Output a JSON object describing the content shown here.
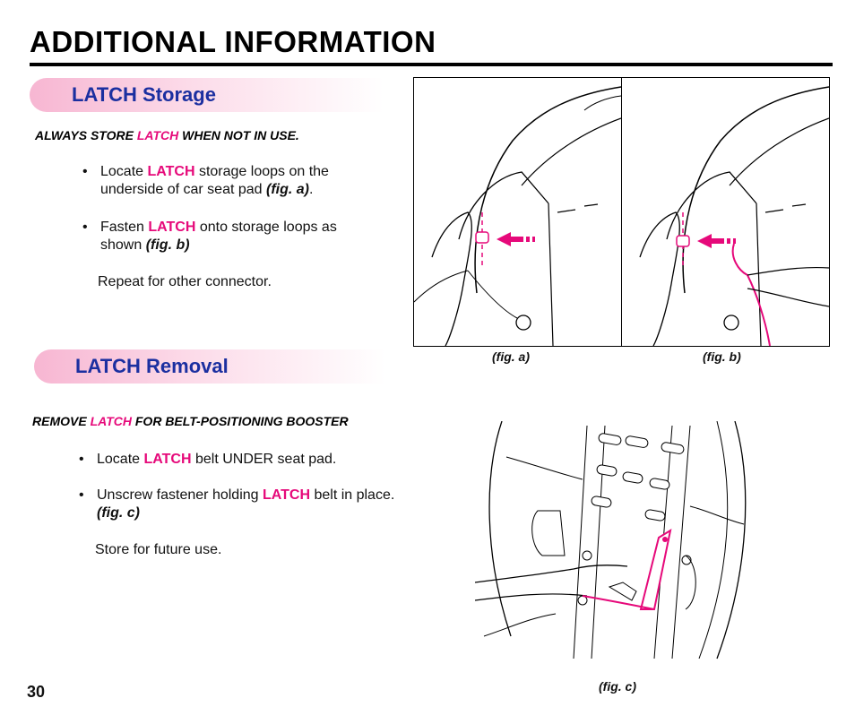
{
  "page": {
    "title": "ADDITIONAL INFORMATION",
    "page_number": "30"
  },
  "storage": {
    "heading": "LATCH Storage",
    "lead": {
      "before": "ALWAYS STORE ",
      "latch": "LATCH",
      "after": " WHEN NOT IN USE."
    },
    "bullets": [
      {
        "before": "Locate ",
        "latch": "LATCH",
        "after": " storage loops on the underside of car seat pad ",
        "fig": "(fig. a)",
        "end": "."
      },
      {
        "before": "Fasten ",
        "latch": "LATCH",
        "after": " onto storage loops as shown ",
        "fig": "(fig. b)",
        "end": ""
      }
    ],
    "note": "Repeat for other connector."
  },
  "removal": {
    "heading": "LATCH Removal",
    "lead": {
      "before": "REMOVE ",
      "latch": "LATCH",
      "after": " FOR BELT-POSITIONING BOOSTER"
    },
    "bullets": [
      {
        "before": "Locate ",
        "latch": "LATCH",
        "after": " belt UNDER seat pad.",
        "fig": "",
        "end": ""
      },
      {
        "before": "Unscrew fastener holding ",
        "latch": "LATCH",
        "after": " belt in place. ",
        "fig": "(fig. c)",
        "end": ""
      }
    ],
    "note": "Store for future use."
  },
  "figures": {
    "a": "(fig. a)",
    "b": "(fig. b)",
    "c": "(fig. c)"
  },
  "colors": {
    "accent_pink": "#e6097a",
    "heading_blue": "#1b2fa0",
    "bar_pink": "#f7b6d2"
  }
}
